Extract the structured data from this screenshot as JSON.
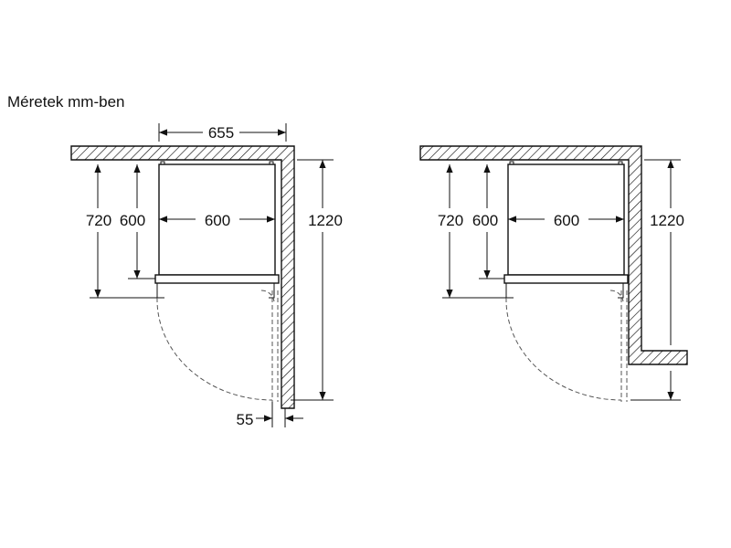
{
  "caption": "Méretek mm-ben",
  "left_view": {
    "width_overall": "655",
    "height_total": "720",
    "height_body": "600",
    "depth": "600",
    "niche_height": "1220",
    "side_clearance": "55"
  },
  "right_view": {
    "height_total": "720",
    "height_body": "600",
    "depth": "600",
    "niche_height": "1220"
  },
  "colors": {
    "line": "#111111",
    "dashed": "#555555",
    "background": "#ffffff"
  }
}
